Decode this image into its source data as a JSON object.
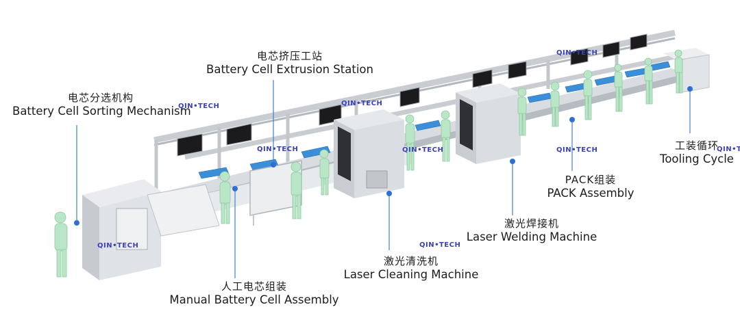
{
  "labels": {
    "sorting": {
      "cn": "电芯分选机构",
      "en": "Battery Cell Sorting Mechanism"
    },
    "extrusion": {
      "cn": "电芯挤压工站",
      "en": "Battery Cell Extrusion Station"
    },
    "manual": {
      "cn": "人工电芯组装",
      "en": "Manual Battery Cell Assembly"
    },
    "cleaning": {
      "cn": "激光清洗机",
      "en": "Laser Cleaning Machine"
    },
    "welding": {
      "cn": "激光焊接机",
      "en": "Laser Welding Machine"
    },
    "pack": {
      "cn": "PACK组装",
      "en": "PACK Assembly"
    },
    "tooling": {
      "cn": "工装循环",
      "en": "Tooling Cycle"
    }
  },
  "watermark": "QIN•TECH",
  "colors": {
    "leader": "#3e7fd6",
    "dot": "#2f6fd0",
    "worker": "#b9e6c6",
    "machine": "#d4d8dd",
    "cell_blue": "#3b8ed8",
    "screen": "#1a1a1a"
  }
}
